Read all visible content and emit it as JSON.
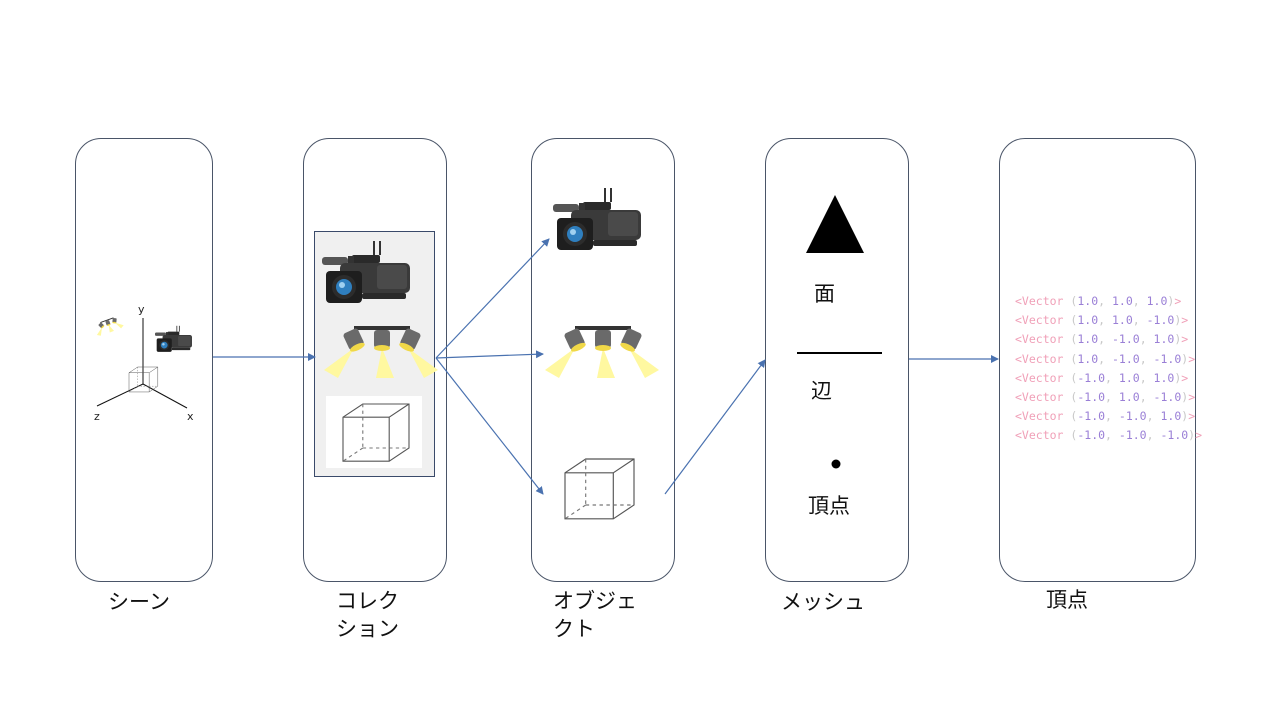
{
  "panels": [
    {
      "id": "scene",
      "label": "シーン"
    },
    {
      "id": "collection",
      "label_line1": "コレク",
      "label_line2": "ション"
    },
    {
      "id": "object",
      "label_line1": "オブジェ",
      "label_line2": "クト"
    },
    {
      "id": "mesh",
      "label": "メッシュ"
    },
    {
      "id": "vertices",
      "label": "頂点"
    }
  ],
  "scene_axes": {
    "x": "x",
    "y": "y",
    "z": "z"
  },
  "mesh_elements": {
    "face": "面",
    "edge": "辺",
    "vertex": "頂点"
  },
  "vertex_list": {
    "keyword": "<Vector",
    "close": ">",
    "vectors": [
      [
        "1.0",
        "1.0",
        "1.0"
      ],
      [
        "1.0",
        "1.0",
        "-1.0"
      ],
      [
        "1.0",
        "-1.0",
        "1.0"
      ],
      [
        "1.0",
        "-1.0",
        "-1.0"
      ],
      [
        "-1.0",
        "1.0",
        "1.0"
      ],
      [
        "-1.0",
        "1.0",
        "-1.0"
      ],
      [
        "-1.0",
        "-1.0",
        "1.0"
      ],
      [
        "-1.0",
        "-1.0",
        "-1.0"
      ]
    ]
  },
  "icons": [
    "video-camera-icon",
    "spotlight-icon",
    "cube-icon",
    "triangle-icon",
    "line-icon",
    "dot-icon"
  ],
  "colors": {
    "arrow": "#4a72b0",
    "panel_border": "#4a5568",
    "light_beam": "#fff8a0",
    "vector_keyword": "#f0a0b8",
    "vector_number": "#9a7fd6"
  }
}
